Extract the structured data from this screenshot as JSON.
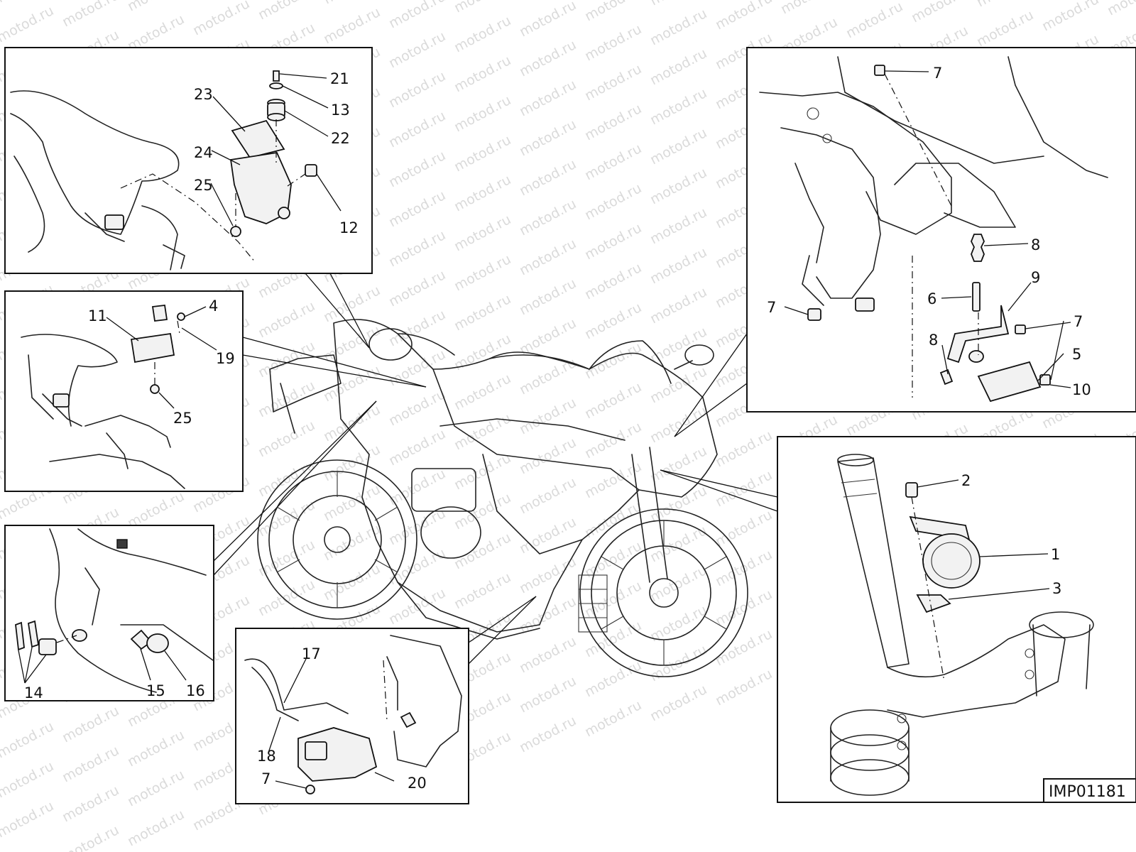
{
  "watermark": "motod.ru",
  "reference_code": "IMP01181",
  "callouts": {
    "tl": [
      "21",
      "13",
      "22",
      "23",
      "24",
      "25",
      "12"
    ],
    "ml": [
      "11",
      "4",
      "19",
      "25"
    ],
    "bl": [
      "14",
      "15",
      "16"
    ],
    "bc": [
      "17",
      "18",
      "7",
      "20"
    ],
    "tr": [
      "7",
      "8",
      "6",
      "9",
      "7",
      "7",
      "8",
      "5",
      "10"
    ],
    "br": [
      "2",
      "1",
      "3"
    ]
  }
}
